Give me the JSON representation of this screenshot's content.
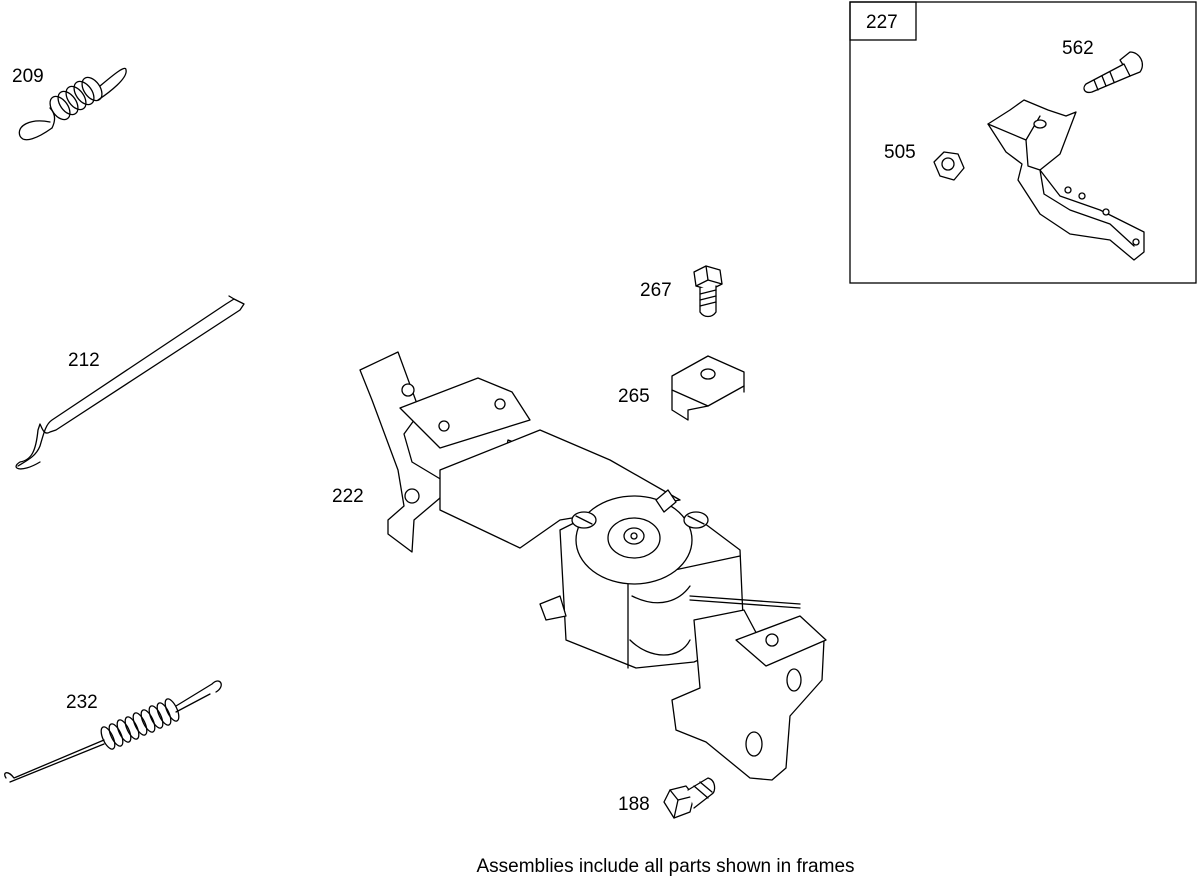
{
  "callouts": {
    "p209": "209",
    "p212": "212",
    "p232": "232",
    "p222": "222",
    "p267": "267",
    "p265": "265",
    "p188": "188",
    "p227": "227",
    "p562": "562",
    "p505": "505"
  },
  "footer_note": "Assemblies include all parts shown in frames"
}
